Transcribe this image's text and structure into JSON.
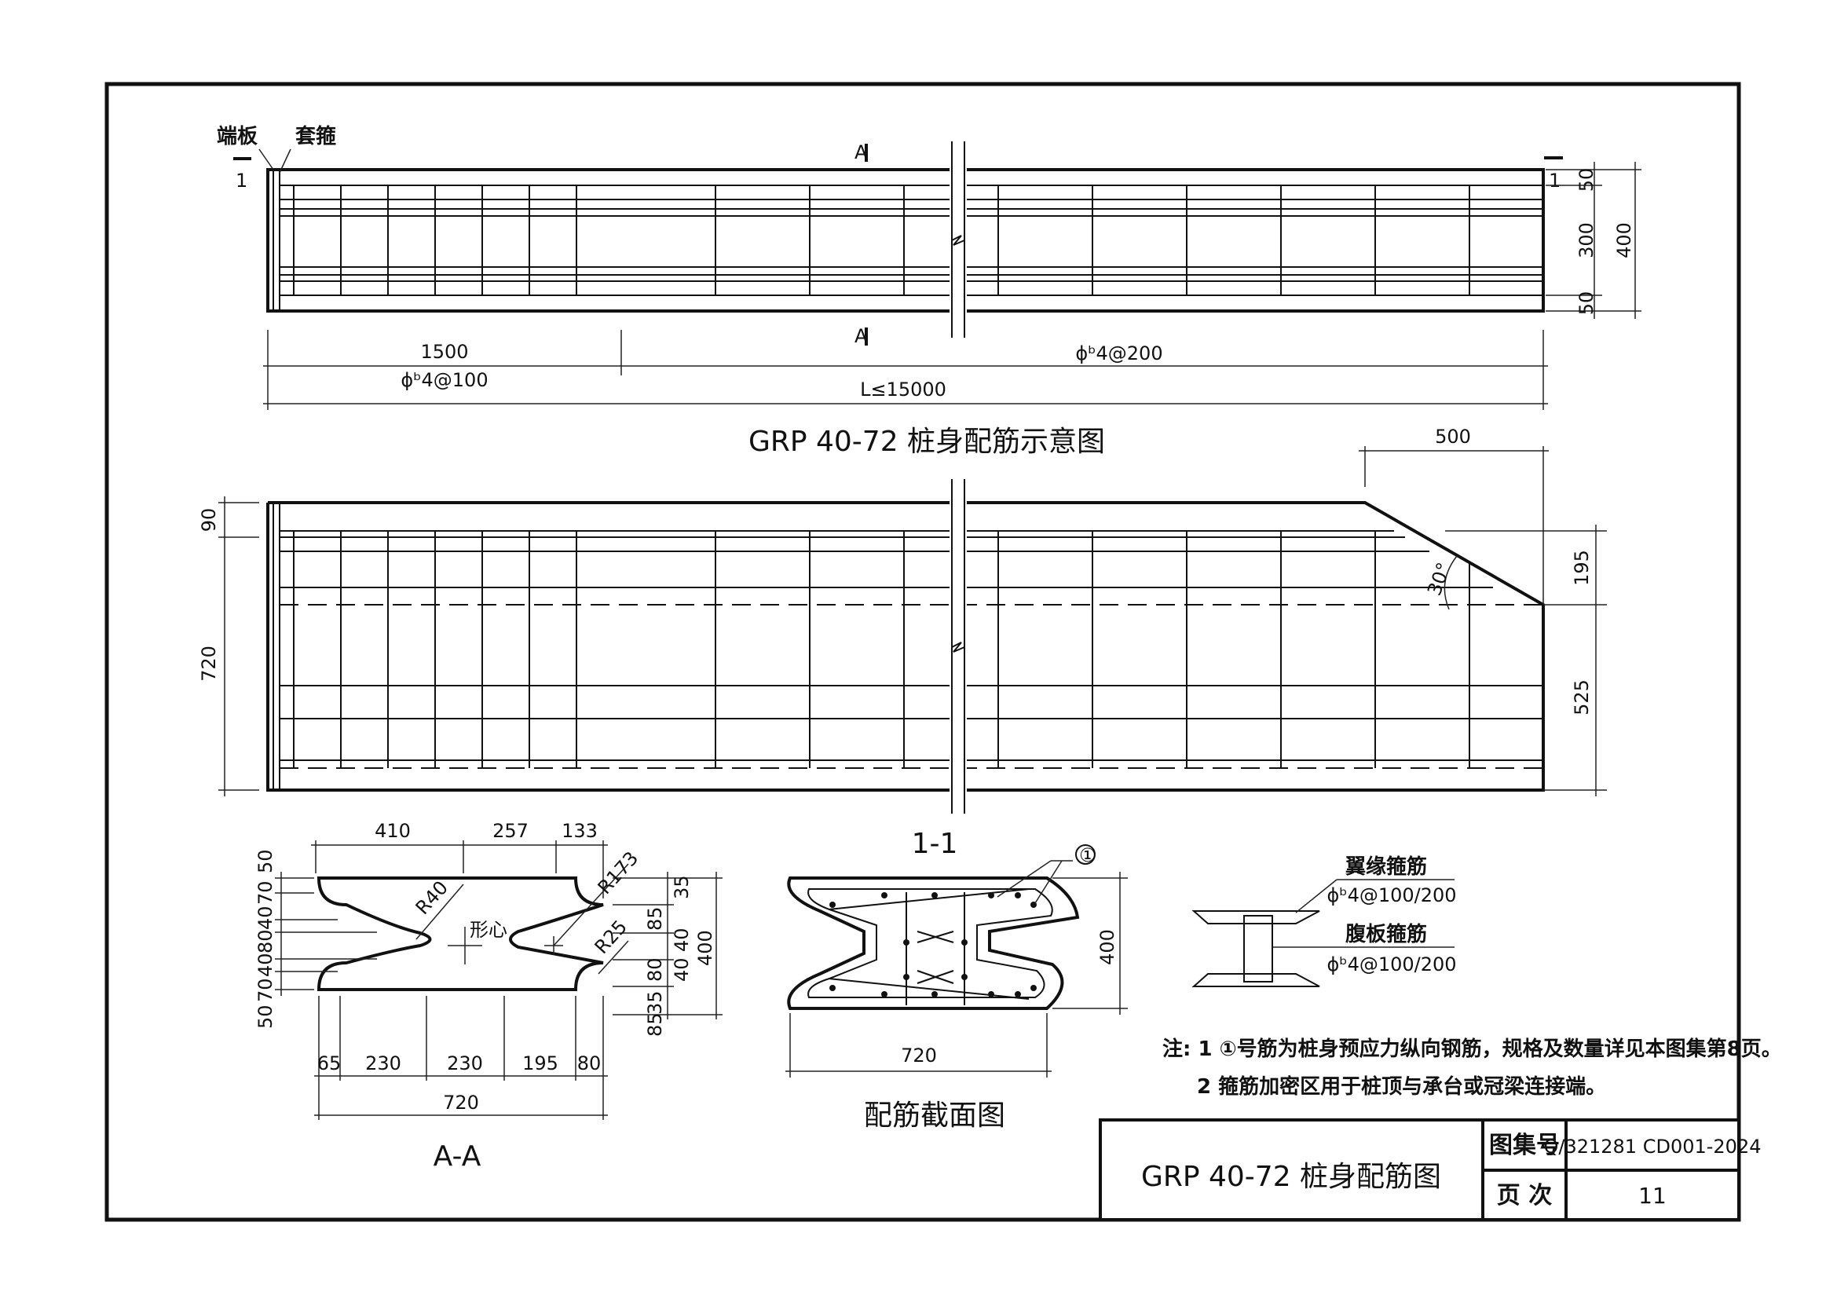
{
  "elevation": {
    "end_plate": "端板",
    "sleeve": "套箍",
    "section_mark": "1",
    "section_a": "A",
    "dim_side": [
      "50",
      "300",
      "50",
      "400"
    ],
    "dim_1500": "1500",
    "dim_stirrup_dense": "ϕᵇ4@100",
    "dim_stirrup_normal": "ϕᵇ4@200",
    "dim_length": "L≤15000",
    "title": "GRP 40-72  桩身配筋示意图"
  },
  "plan": {
    "dim_500": "500",
    "dim_90": "90",
    "dim_720": "720",
    "dim_195": "195",
    "dim_525": "525",
    "angle": "30°",
    "section_title": "1-1"
  },
  "section_aa": {
    "top_dims": [
      "410",
      "257",
      "133"
    ],
    "left_dims": [
      "50",
      "70",
      "40",
      "80",
      "40",
      "70",
      "50"
    ],
    "right_dims": [
      "35",
      "85",
      "40",
      "80",
      "40",
      "35",
      "85"
    ],
    "right_total": "400",
    "bottom_dims": [
      "65",
      "230",
      "230",
      "195",
      "80"
    ],
    "bottom_total": "720",
    "r40": "R40",
    "r173": "R173",
    "r25": "R25",
    "centroid": "形心",
    "title": "A-A"
  },
  "section_rebar": {
    "marker": "①",
    "height": "400",
    "width": "720",
    "title": "配筋截面图"
  },
  "stirrup_detail": {
    "flange_label": "翼缘箍筋",
    "flange_spec": "ϕᵇ4@100/200",
    "web_label": "腹板箍筋",
    "web_spec": "ϕᵇ4@100/200"
  },
  "notes": {
    "line1": "注: 1 ①号筋为桩身预应力纵向钢筋，规格及数量详见本图集第8页。",
    "line2": "2 箍筋加密区用于桩顶与承台或冠梁连接端。"
  },
  "title_block": {
    "drawing_title": "GRP 40-72 桩身配筋图",
    "atlas_label": "图集号",
    "atlas_no": "Q/321281 CD001-2024",
    "page_label": "页  次",
    "page_no": "11"
  }
}
